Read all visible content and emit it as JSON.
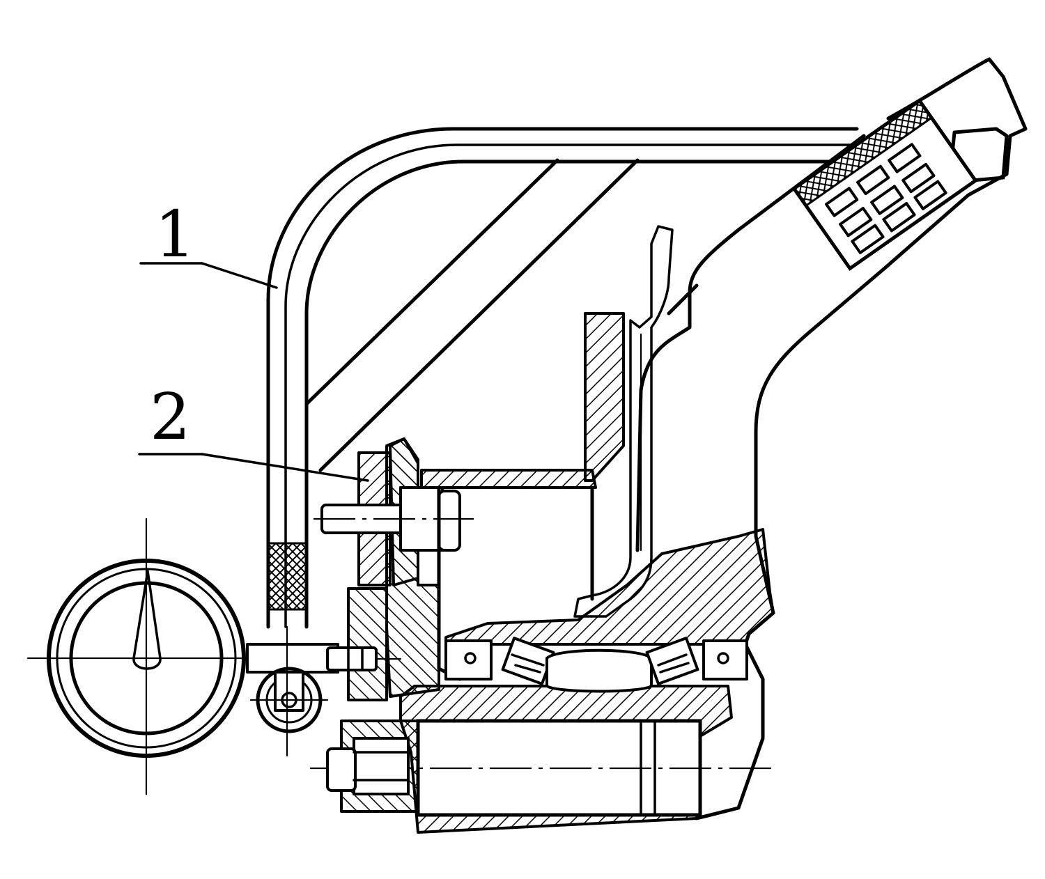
{
  "labels": [
    {
      "id": "1",
      "text": "1"
    },
    {
      "id": "2",
      "text": "2"
    }
  ]
}
